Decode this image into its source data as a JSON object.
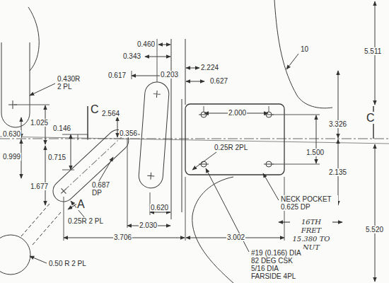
{
  "diagram": {
    "labels": [
      "0.460",
      "0.343",
      "0.617",
      "0.203",
      "2.224",
      "0.627",
      "10",
      "5.511",
      "0.430R 2 PL",
      "C",
      "2.564",
      "2.000",
      "3.326",
      "C",
      "1.025",
      "0.146",
      "0.356",
      "0.630",
      "1.500",
      "0.715",
      "0.999",
      "0.25R 2PL",
      "2.135",
      "1.677",
      "0.687 DP",
      "A",
      "0.620",
      "NECK POCKET 0.625 DP",
      "0.25R 2 PL",
      "2.030",
      "3.706",
      "3.002",
      "16TH FRET 15.380 TO NUT",
      "5.520",
      "0.50 R 2 PL",
      "#19 (0.166) DIA 82 DEG CSK 5/16 DIA FARSIDE 4PL"
    ]
  }
}
